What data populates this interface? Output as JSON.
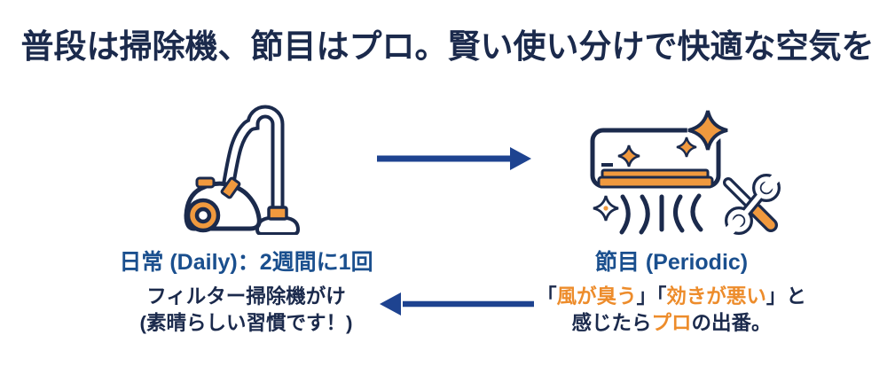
{
  "title": "普段は掃除機、節目はプロ。賢い使い分けで快適な空気を",
  "colors": {
    "navy": "#1b2a4c",
    "blue": "#1e4390",
    "heading_blue": "#1a4f8e",
    "orange_text": "#ed8c2b",
    "orange_fill": "#f0993e",
    "bg": "#ffffff"
  },
  "flow": {
    "daily": {
      "icon": "vacuum-cleaner-icon",
      "heading": "日常 (Daily)：2週間に1回",
      "body_line1": "フィルター掃除機がけ",
      "body_line2": "(素晴らしい習慣です！)"
    },
    "periodic": {
      "icon": "air-conditioner-cleaning-icon",
      "heading": "節目 (Periodic)",
      "body_line1_segments": [
        {
          "text": "「",
          "color": "navy"
        },
        {
          "text": "風が臭う",
          "color": "orange"
        },
        {
          "text": "」「",
          "color": "navy"
        },
        {
          "text": "効きが悪い",
          "color": "orange"
        },
        {
          "text": "」と",
          "color": "navy"
        }
      ],
      "body_line2_segments": [
        {
          "text": "感じたら",
          "color": "navy"
        },
        {
          "text": "プロ",
          "color": "orange"
        },
        {
          "text": "の出番。",
          "color": "navy"
        }
      ]
    }
  }
}
